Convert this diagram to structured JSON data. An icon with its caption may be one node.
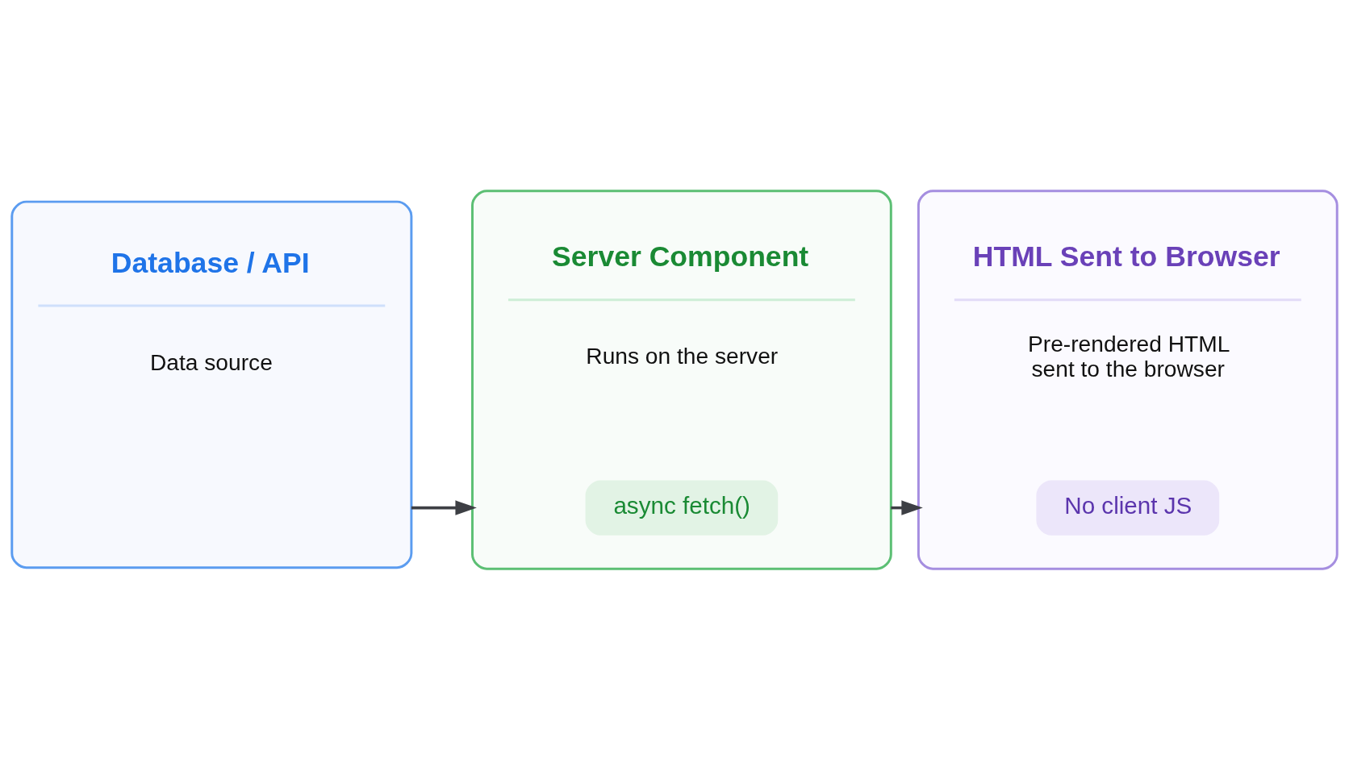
{
  "diagram": {
    "nodes": [
      {
        "text": [
          "Database / API",
          "Data source"
        ]
      },
      {
        "text": [
          "Server Component",
          "Runs on the server"
        ]
      },
      {
        "text": [
          "async fetch()"
        ],
        "in": 1
      },
      {
        "text": [
          "HTML Sent to Browser",
          "Pre-rendered HTML sent to the browser"
        ]
      },
      {
        "text": [
          "No client JS"
        ],
        "in": 3
      }
    ],
    "edges": [
      {
        "from": 0,
        "to": 1,
        "arrow": "to"
      },
      {
        "from": 1,
        "to": 3,
        "arrow": "to"
      }
    ]
  }
}
